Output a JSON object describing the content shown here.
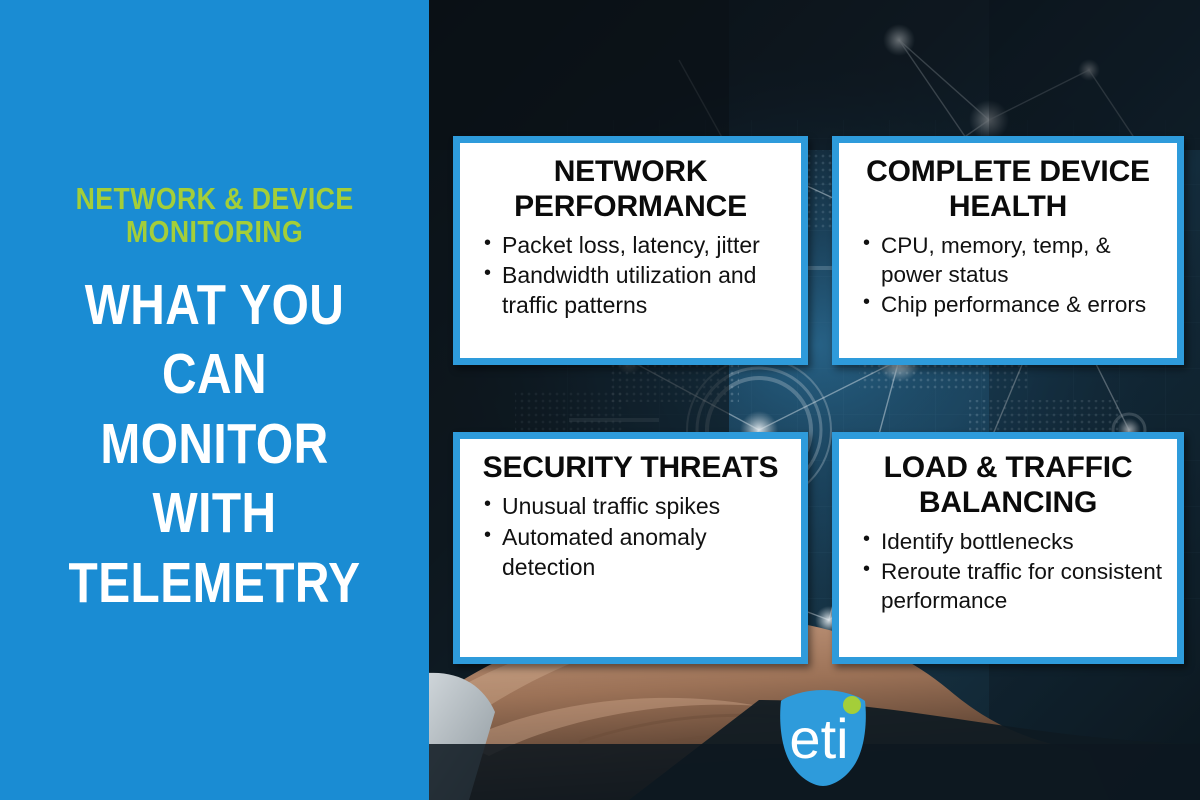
{
  "colors": {
    "panel_blue": "#1A8CD3",
    "accent_green": "#A4CE39",
    "card_border_blue": "#2E9BDB",
    "card_bg": "#FFFFFF",
    "text_dark": "#0B0B0B",
    "photo_dark": "#10191f"
  },
  "left_panel": {
    "eyebrow": "NETWORK & DEVICE\nMONITORING",
    "headline": "WHAT YOU CAN\nMONITOR WITH\nTELEMETRY"
  },
  "cards": [
    {
      "id": "network-performance",
      "title": "NETWORK PERFORMANCE",
      "bullets": [
        "Packet loss, latency, jitter",
        "Bandwidth utilization and traffic patterns"
      ]
    },
    {
      "id": "complete-device-health",
      "title": "COMPLETE DEVICE HEALTH",
      "bullets": [
        "CPU, memory, temp, & power status",
        " Chip performance & errors"
      ]
    },
    {
      "id": "security-threats",
      "title": "SECURITY THREATS",
      "bullets": [
        "Unusual traffic spikes",
        "Automated anomaly detection"
      ]
    },
    {
      "id": "load-traffic-balancing",
      "title": "LOAD & TRAFFIC BALANCING",
      "bullets": [
        "Identify bottlenecks",
        "Reroute traffic for consistent performance"
      ]
    }
  ],
  "logo": {
    "name": "eti-shield-logo",
    "wordmark": "eti",
    "shield_color": "#2E9BDB",
    "dot_color": "#A4CE39",
    "text_color": "#FFFFFF"
  },
  "background": {
    "description": "open hand holding a glowing network node graph over a circuit board backdrop",
    "icon": "network-graph-photo"
  }
}
